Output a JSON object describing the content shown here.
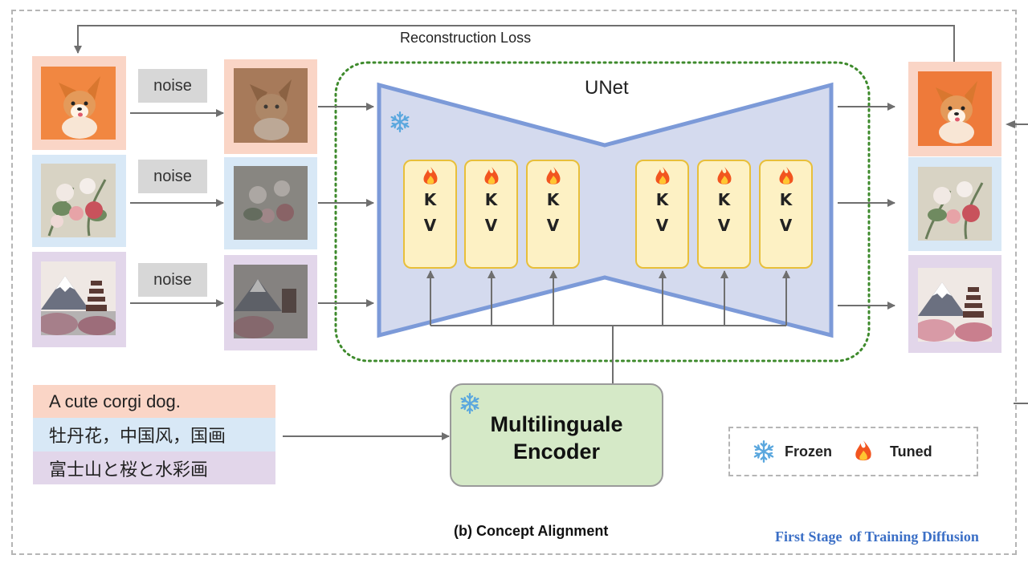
{
  "diagram": {
    "loss_label": "Reconstruction Loss",
    "unet_label": "UNet",
    "noise_labels": [
      "noise",
      "noise",
      "noise"
    ],
    "kv_blocks": [
      {
        "k": "K",
        "v": "V"
      },
      {
        "k": "K",
        "v": "V"
      },
      {
        "k": "K",
        "v": "V"
      },
      {
        "k": "K",
        "v": "V"
      },
      {
        "k": "K",
        "v": "V"
      },
      {
        "k": "K",
        "v": "V"
      }
    ],
    "prompts": [
      "A cute corgi dog.",
      "牡丹花，中国风，国画",
      "富士山と桜と水彩画"
    ],
    "encoder_label": "Multilinguale Encoder",
    "legend": {
      "frozen": "Frozen",
      "tuned": "Tuned"
    },
    "caption": "(b) Concept Alignment",
    "stage_label": "First Stage  of Training Diffusion"
  },
  "colors": {
    "row_corgi": "#fad5c6",
    "row_flower": "#d8e8f6",
    "row_fuji": "#e2d6ea",
    "unet_fill": "#d4daee",
    "unet_stroke": "#7c9ad8",
    "kv_fill": "#fdf1c4",
    "encoder_fill": "#d5e9c7",
    "dotted_border": "#3e8a2c",
    "stage_text": "#3b6fc6"
  },
  "icons": {
    "frozen": "snowflake-icon",
    "tuned": "flame-icon"
  }
}
